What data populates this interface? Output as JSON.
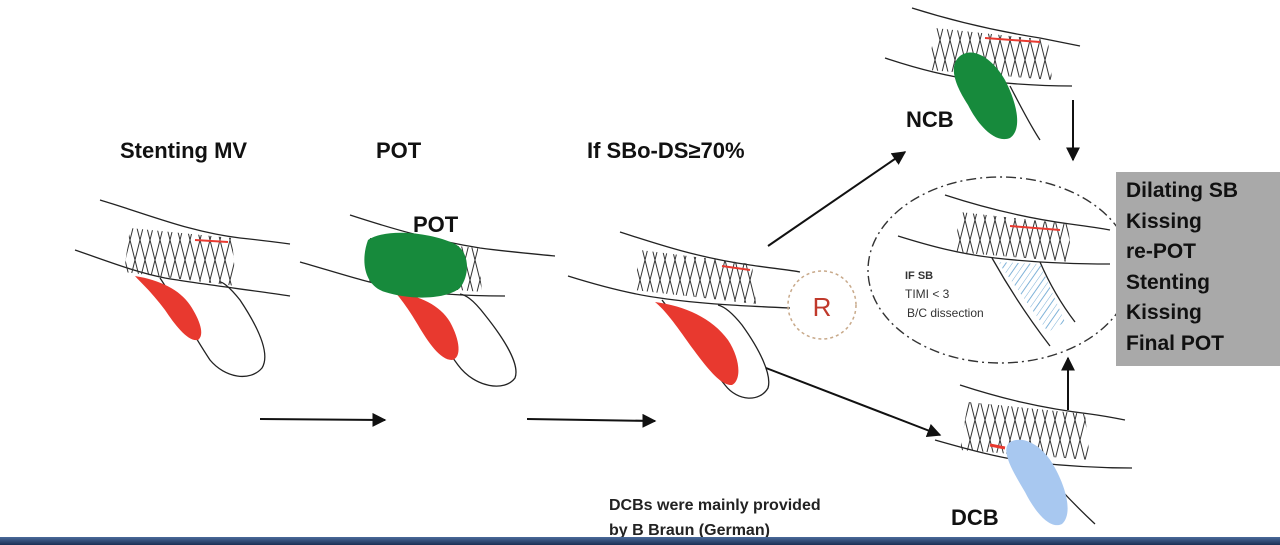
{
  "labels": {
    "step1_title": "Stenting MV",
    "step2_title": "POT",
    "step2_balloon": "POT",
    "step3_title": "If SBo-DS≥70%",
    "ncb": "NCB",
    "dcb": "DCB",
    "r_marker": "R",
    "if_sb": "IF SB",
    "timi": "TIMI < 3",
    "dissection": "B/C dissection"
  },
  "steps_box": {
    "items": [
      "Dilating SB",
      "Kissing",
      "re-POT",
      "Stenting",
      "Kissing",
      "Final POT"
    ]
  },
  "footnote": {
    "line1": "DCBs were mainly provided",
    "line2": "by B Braun (German)"
  },
  "colors": {
    "lesion_red": "#e8392f",
    "balloon_green": "#178a3c",
    "dcb_blue": "#a8c8f0",
    "r_red": "#c0392b",
    "box_gray": "#a9a9a9",
    "dissection_blue": "#7fb2d8"
  }
}
